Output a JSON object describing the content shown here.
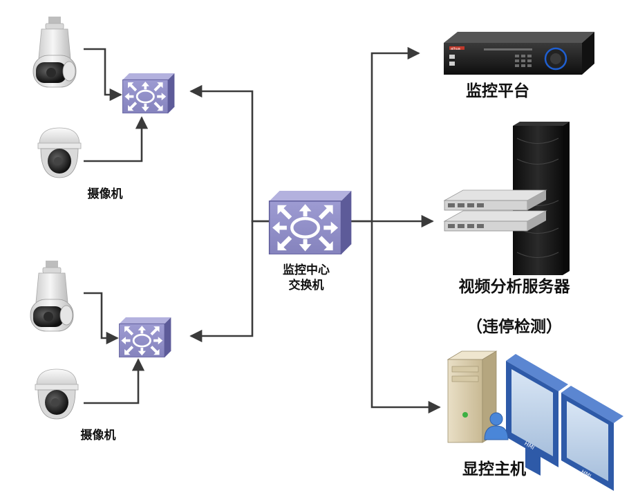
{
  "colors": {
    "switch_fill": "#8b89c4",
    "switch_dark": "#5d5b99",
    "line": "#3a3a3a",
    "monitor_frame": "#2e5aa8",
    "server_black": "#1a1a1a"
  },
  "labels": {
    "camera_group_1": "摄像机",
    "camera_group_2": "摄像机",
    "core_switch_line1": "监控中心",
    "core_switch_line2": "交换机",
    "platform": "监控平台",
    "analysis_server": "视频分析服务器",
    "analysis_note": "（违停检测）",
    "display_host": "显控主机",
    "nvr_brand": "alhua",
    "monitor_brand": "HMI"
  },
  "icons": {
    "camera": "camera-icon",
    "dome_camera": "dome-camera-icon",
    "switch": "switch-icon",
    "nvr": "nvr-icon",
    "server": "server-rack-icon",
    "workstation": "workstation-icon"
  }
}
